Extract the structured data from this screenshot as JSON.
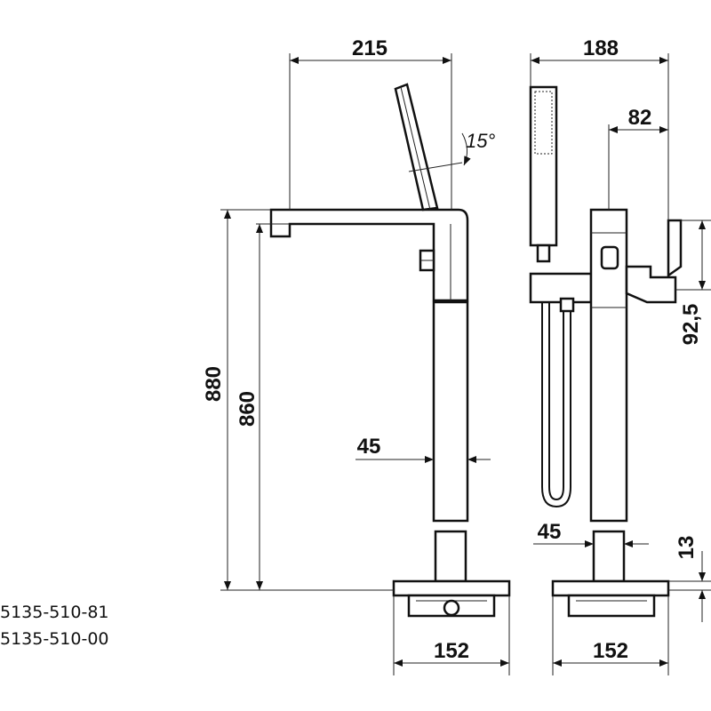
{
  "dimensions": {
    "width_top": "215",
    "width_side": "188",
    "offset_side": "82",
    "angle": "15°",
    "height_total": "880",
    "height_spout": "860",
    "column_front": "45",
    "column_side": "45",
    "base_front": "152",
    "base_side": "152",
    "handle_height": "92,5",
    "base_height": "13"
  },
  "product_codes": [
    "5135-510-81",
    "5135-510-00"
  ],
  "colors": {
    "line": "#111111",
    "background": "#ffffff"
  }
}
